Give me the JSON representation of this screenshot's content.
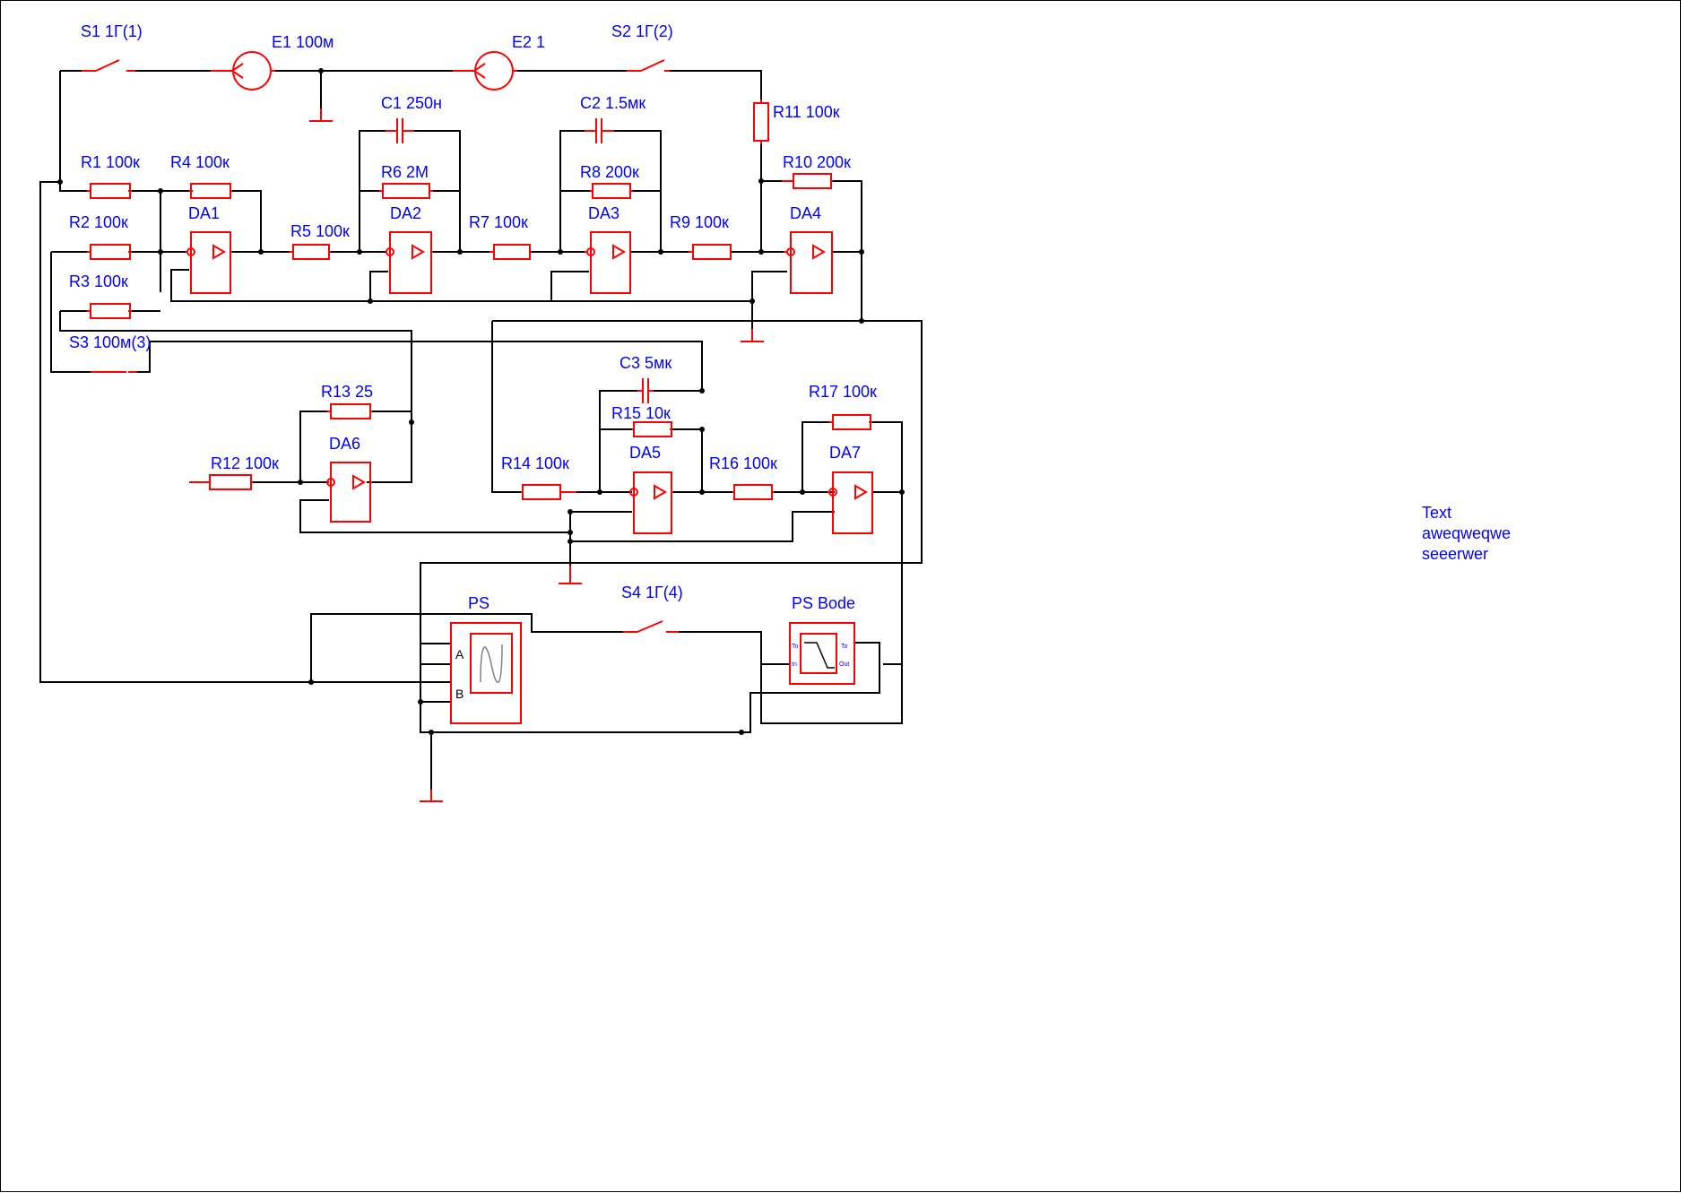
{
  "labels": {
    "S1": "S1 1Г(1)",
    "E1": "E1 100м",
    "E2": "E2 1",
    "S2": "S2 1Г(2)",
    "R11": "R11 100к",
    "C1": "C1 250н",
    "C2": "C2 1.5мк",
    "R1": "R1 100к",
    "R4": "R4 100к",
    "R6": "R6 2M",
    "R8": "R8 200к",
    "R10": "R10 200к",
    "DA1": "DA1",
    "DA2": "DA2",
    "DA3": "DA3",
    "DA4": "DA4",
    "R2": "R2 100к",
    "R5": "R5 100к",
    "R7": "R7 100к",
    "R9": "R9 100к",
    "R3": "R3 100к",
    "S3": "S3 100м(3)",
    "C3": "C3 5мк",
    "R15": "R15 10к",
    "R13": "R13 25",
    "R17": "R17 100к",
    "DA6": "DA6",
    "DA5": "DA5",
    "DA7": "DA7",
    "R12": "R12 100к",
    "R14": "R14 100к",
    "R16": "R16 100к",
    "PS": "PS",
    "S4": "S4 1Г(4)",
    "PSBode": "PS Bode"
  },
  "pins": {
    "ps_a": "A",
    "ps_b": "B",
    "bode_to_left": "To",
    "bode_in": "In",
    "bode_to_right": "To",
    "bode_out": "Out"
  },
  "note": {
    "line1": "Text",
    "line2": "aweqweqwe",
    "line3": "seeerwer"
  },
  "colors": {
    "component": "#ff0000",
    "wire": "#000000",
    "label": "#0000ff",
    "background": "#ffffff"
  }
}
